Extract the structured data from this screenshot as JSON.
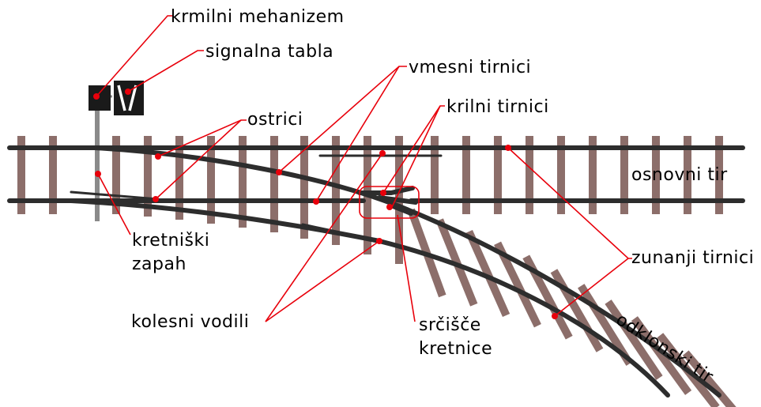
{
  "labels": {
    "krmilni_mehanizem": "krmilni mehanizem",
    "signalna_tabla": "signalna tabla",
    "vmesni_tirnici": "vmesni tirnici",
    "krilni_tirnici": "krilni tirnici",
    "ostrici": "ostrici",
    "osnovni_tir": "osnovni tir",
    "kretniski_line1": "kretniški",
    "kretniski_line2": "zapah",
    "zunanji_tirnici": "zunanji tirnici",
    "kolesni_vodili": "kolesni vodili",
    "srcisce_line1": "srčišče",
    "srcisce_line2": "kretnice",
    "odklonski_tir": "odklonski tir"
  },
  "colors": {
    "rail": "#2d2d2d",
    "tie": "#8c6e6a",
    "leader": "#e8000b",
    "signal": "#1a1a1a"
  }
}
